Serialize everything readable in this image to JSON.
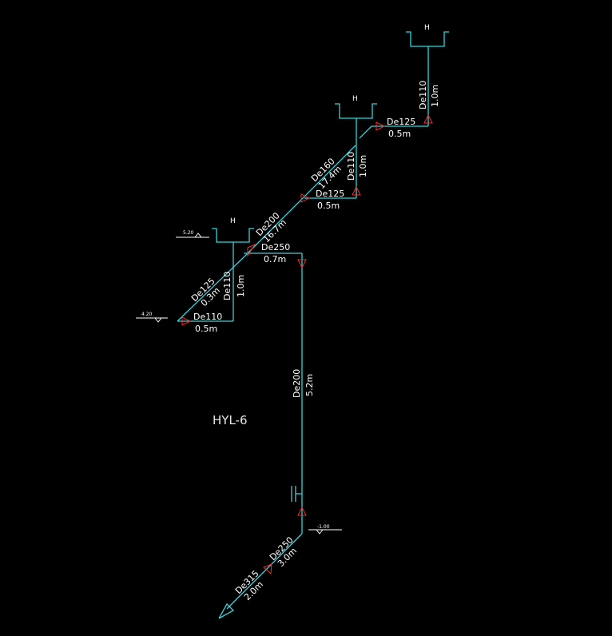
{
  "diagram": {
    "title": "HYL-6",
    "fixture_label": "H",
    "levels": {
      "upper": "5.20",
      "lower": "4.20",
      "ground": "-1.00"
    },
    "labels": {
      "top_riser_size": "De110",
      "top_riser_len": "1.0m",
      "top_branch_size": "De125",
      "top_branch_len": "0.5m",
      "mid_riser_size": "De110",
      "mid_riser_len": "1.0m",
      "mid_diag_size": "De160",
      "mid_diag_len": "17.4m",
      "mid_branch_size": "De125",
      "mid_branch_len": "0.5m",
      "upper_diag_size": "De200",
      "upper_diag_len": "16.7m",
      "left_riser_size": "De110",
      "left_riser_len": "1.0m",
      "left_diag_size": "De125",
      "left_diag_len": "0.3m",
      "left_branch_size": "De110",
      "left_branch_len": "0.5m",
      "main_branch_size": "De250",
      "main_branch_len": "0.7m",
      "stack_size": "De200",
      "stack_len": "5.2m",
      "low_diag_size": "De250",
      "low_diag_len": "3.0m",
      "outlet_size": "De315",
      "outlet_len": "2.0m"
    }
  }
}
